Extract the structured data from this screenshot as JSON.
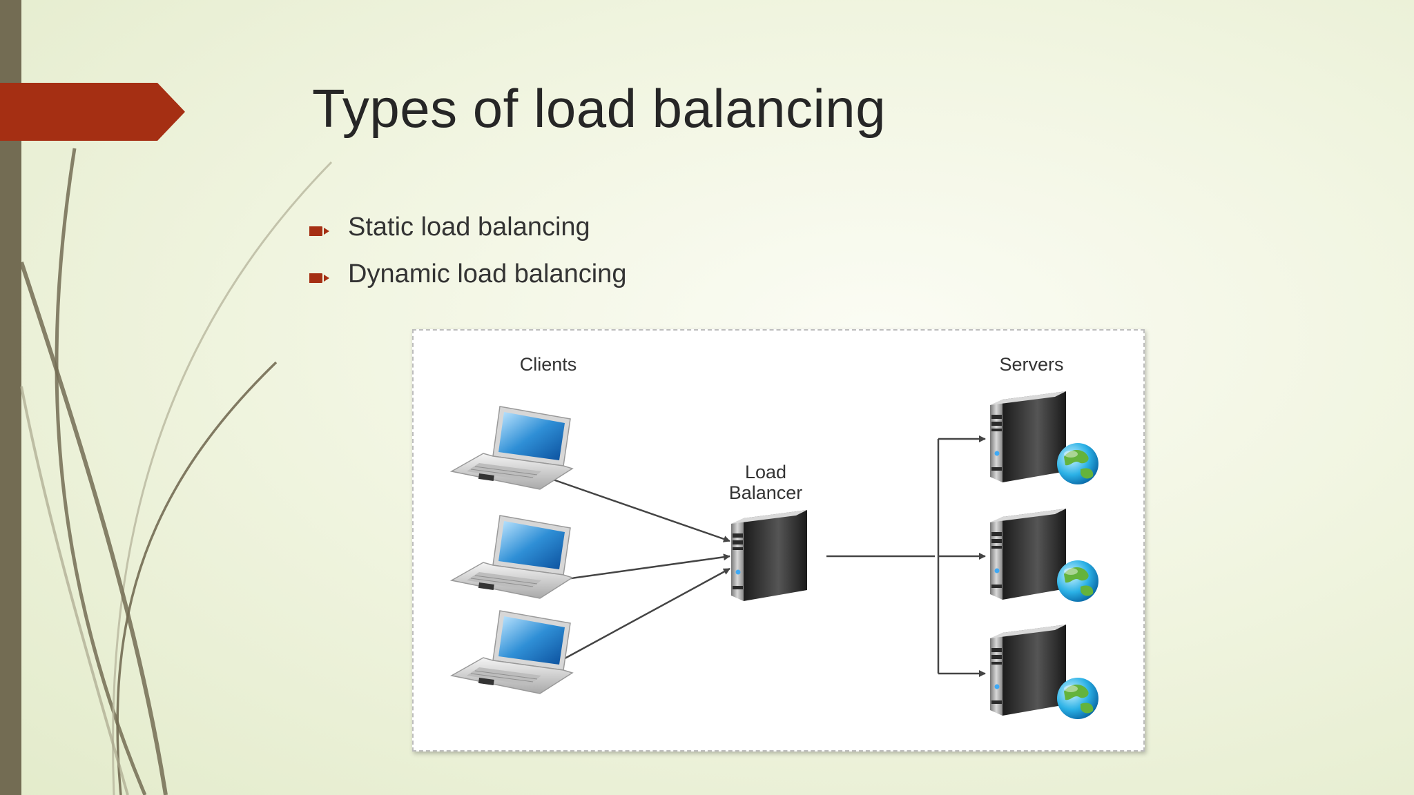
{
  "slide": {
    "title": "Types of load balancing",
    "bullets": [
      "Static load balancing",
      "Dynamic load balancing"
    ],
    "accent_color": "#a52f13",
    "sidebar_color": "#736c53"
  },
  "diagram": {
    "clients_label": "Clients",
    "servers_label": "Servers",
    "load_balancer_label": "Load\nBalancer",
    "client_icons": [
      "laptop-icon",
      "laptop-icon",
      "laptop-icon"
    ],
    "balancer_icon": "server-tower-icon",
    "server_icons": [
      "server-globe-icon",
      "server-globe-icon",
      "server-globe-icon"
    ]
  }
}
